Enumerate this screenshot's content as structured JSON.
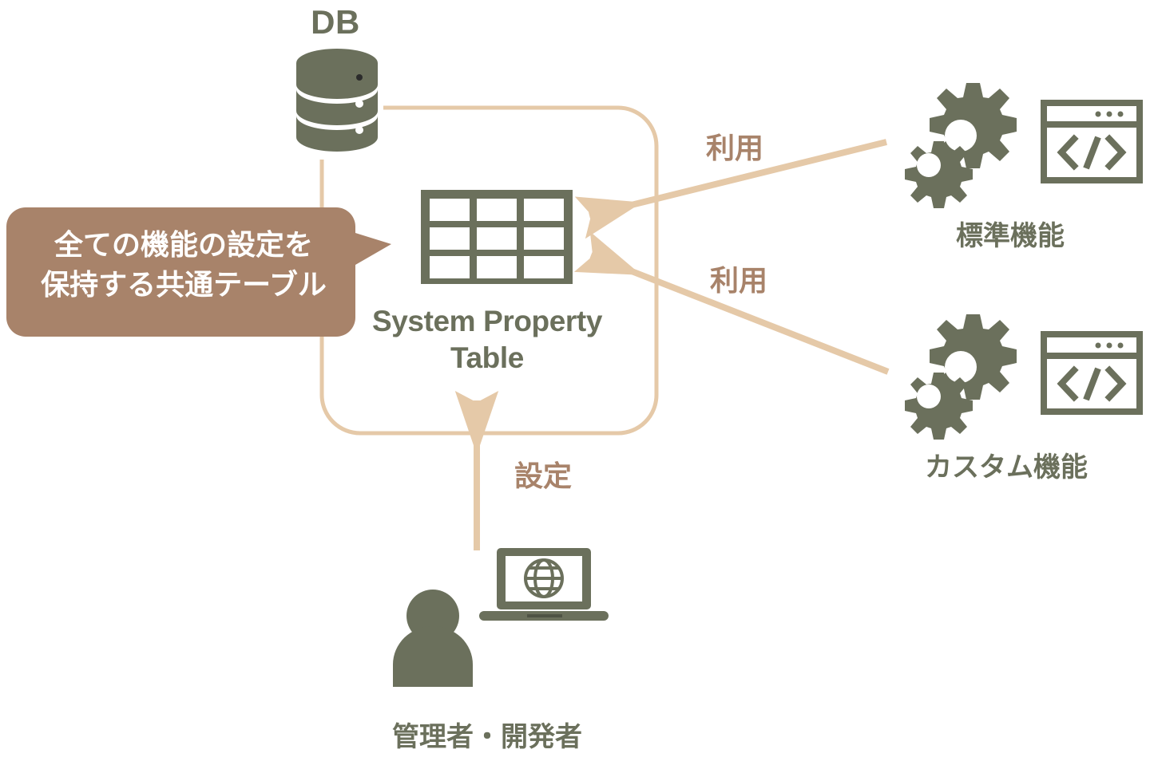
{
  "diagram": {
    "title_hidden": "",
    "background_color": "#ffffff",
    "palette": {
      "olive": "#6b705c",
      "bubble_brown": "#a8836a",
      "label_brown": "#a8836a",
      "arrow_tan": "#e5c9a8",
      "white": "#ffffff"
    },
    "nodes": {
      "database": {
        "label": "DB",
        "icon": "database-icon"
      },
      "system_property_table": {
        "label": "System Property Table",
        "icon": "table-grid-icon"
      },
      "standard_feature": {
        "label": "標準機能",
        "icons": [
          "gears-icon",
          "code-window-icon"
        ]
      },
      "custom_feature": {
        "label": "カスタム機能",
        "icons": [
          "gears-icon",
          "code-window-icon"
        ]
      },
      "admin_developer": {
        "label": "管理者・開発者",
        "icons": [
          "person-icon",
          "laptop-globe-icon"
        ]
      }
    },
    "callout": {
      "text": "全ての機能の設定を\n保持する共通テーブル"
    },
    "edges": [
      {
        "id": "standard-uses-table",
        "label": "利用",
        "from": "standard_feature",
        "to": "system_property_table"
      },
      {
        "id": "custom-uses-table",
        "label": "利用",
        "from": "custom_feature",
        "to": "system_property_table"
      },
      {
        "id": "admin-configures",
        "label": "設定",
        "from": "admin_developer",
        "to": "system_property_table"
      }
    ]
  }
}
